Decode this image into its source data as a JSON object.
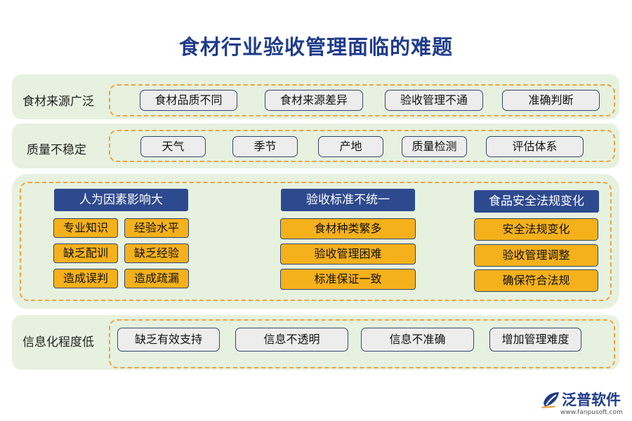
{
  "title": "食材行业验收管理面临的难题",
  "row1": {
    "label": "食材来源广泛",
    "items": [
      "食材品质不同",
      "食材来源差异",
      "验收管理不通",
      "准确判断"
    ]
  },
  "row2": {
    "label": "质量不稳定",
    "items": [
      "天气",
      "季节",
      "产地",
      "质量检测",
      "评估体系"
    ]
  },
  "middle": {
    "col1": {
      "header": "人为因素影响大",
      "items": [
        "专业知识",
        "经验水平",
        "缺乏配训",
        "缺乏经验",
        "造成误判",
        "造成疏漏"
      ]
    },
    "col2": {
      "header": "验收标准不统一",
      "items": [
        "食材种类繁多",
        "验收管理困难",
        "标准保证一致"
      ]
    },
    "col3": {
      "header": "食品安全法规变化",
      "items": [
        "安全法规变化",
        "验收管理调整",
        "确保符合法规"
      ]
    }
  },
  "row4": {
    "label": "信息化程度低",
    "items": [
      "缺乏有效支持",
      "信息不透明",
      "信息不准确",
      "增加管理难度"
    ]
  },
  "logo": {
    "name": "泛普软件",
    "url": "www.fanpusoft.com"
  },
  "colors": {
    "title": "#1f3c8a",
    "band_bg": "#e6f1df",
    "dash": "#f0a23a",
    "header_bg": "#2e4a8f",
    "orange_box": "#f5b11b"
  }
}
